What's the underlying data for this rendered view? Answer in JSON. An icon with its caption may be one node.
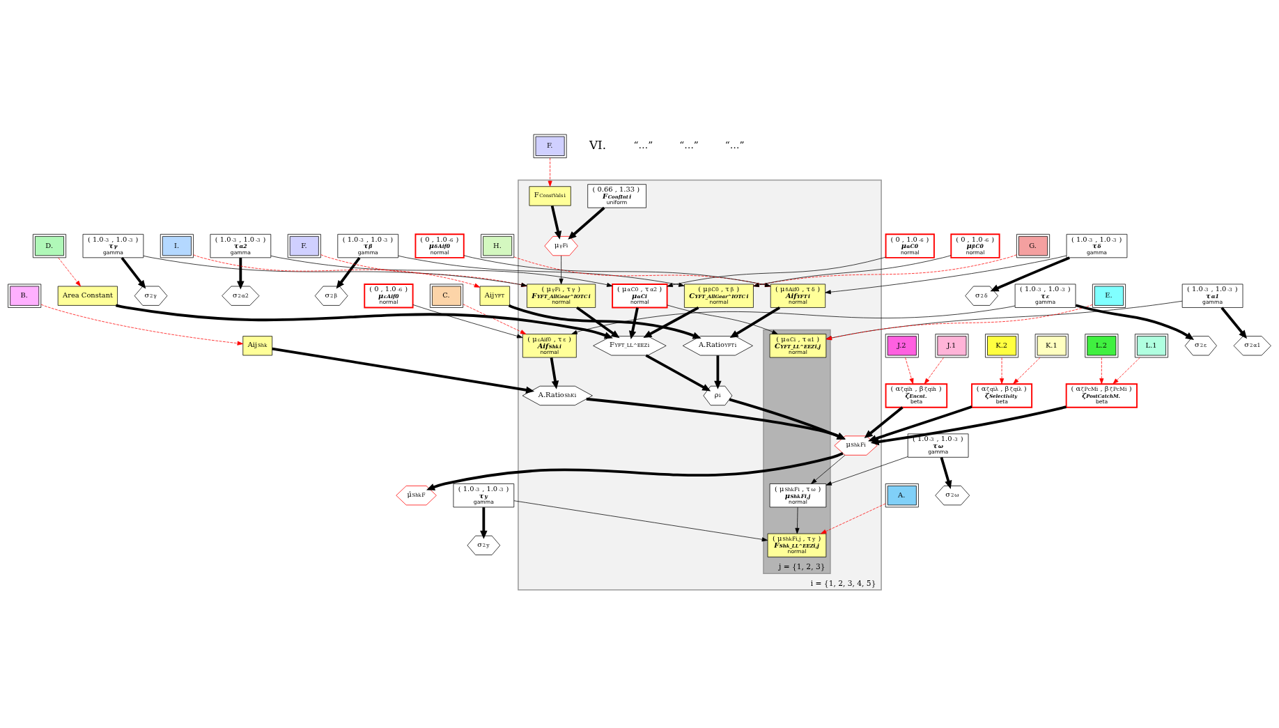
{
  "diagram": {
    "nodes": [
      {
        "text": [
          "i = {1, 2, 3, 4, 5}"
        ]
      },
      {
        "text": [
          "j = {1, 2, 3}"
        ],
        "in": 0
      },
      {
        "text": [
          "σ$^{2}$$_{α1}$"
        ]
      },
      {
        "text": [
          "σ$^{2}$$_{y}$"
        ]
      },
      {
        "text": [
          "σ$^{2}$$_{ω}$"
        ]
      },
      {
        "text": [
          "μ̂$^{Shk}$$_{F}$"
        ]
      },
      {
        "text": [
          "J.1"
        ]
      },
      {
        "text": [
          "J.2"
        ]
      },
      {
        "text": [
          "K.1"
        ]
      },
      {
        "text": [
          "K.2"
        ]
      },
      {
        "text": [
          "L.1"
        ]
      },
      {
        "text": [
          "L.2"
        ]
      },
      {
        "text": [
          "( 1.0$^{-3}$ , 1.0$^{-3}$ )",
          "τ$_{α1}$",
          "gamma"
        ]
      },
      {
        "text": [
          "( 1.0$^{-3}$ , 1.0$^{-3}$ )",
          "τ$_{y}$",
          "gamma"
        ]
      },
      {
        "text": [
          "( 1.0$^{-3}$ , 1.0$^{-3}$ )",
          "τ$_{ω}$",
          "gamma"
        ]
      },
      {
        "text": [
          "( α$^{ζ}$$_{qih}$ , β$^{ζ}$$_{qih}$ )",
          "ζ$^{Encnt.}$",
          "beta"
        ]
      },
      {
        "text": [
          "( α$^{ζ}$$_{qiλ}$ , β$^{ζ}$$_{qiλ}$ )",
          "ζ$^{Selectivity}$",
          "beta"
        ]
      },
      {
        "text": [
          "( α$^{ζ}$$_{PcMi}$ , β$^{ζ}$$_{PcMi}$ )",
          "ζ$^{PostCatchM.}$",
          "beta"
        ]
      },
      {
        "text": [
          "( 1.0$^{-3}$ , 1.0$^{-3}$ )",
          "τ$_{α2}$",
          "gamma"
        ]
      },
      {
        "text": [
          "σ$^{2}$$_{α2}$"
        ]
      },
      {
        "text": [
          "E."
        ]
      },
      {
        "text": [
          "( μ$^{α}$$_{Ci}$ , τ$_{α1}$ )",
          "C$^{YFT_LL^EEZ}$$_{i,j}$",
          "normal"
        ],
        "in": 1
      },
      {
        "text": [
          "( μ$^{Shk}$$_{Fi,j}$ , τ$_{y}$ )",
          "F$^{Shk_LL^EEZ}$$_{i,j}$",
          "normal"
        ],
        "in": 1
      },
      {
        "text": [
          "( μ$^{Shk}$$_{Fi}$ , τ$_{ω}$ )",
          "μ$^{Shk}$$_{Fi,j}$",
          "normal"
        ],
        "in": 1
      },
      {
        "text": [
          "A."
        ]
      },
      {
        "text": [
          "( 0 , 1.0$^{-6}$ )",
          "μ$^{ε}$$_{Aif0}$",
          "normal"
        ]
      },
      {
        "text": [
          "( 0 , 1.0$^{-6}$ )",
          "μ$^{α}$$_{C0}$",
          "normal"
        ]
      },
      {
        "text": [
          "( μ$^{α}$$_{C0}$ , τ$_{α2}$ )",
          "μ$^{α}$$_{Ci}$",
          "normal"
        ],
        "in": 0
      },
      {
        "text": [
          "F$^{YFT_LL^EEZ}$$_{i}$"
        ],
        "in": 0
      },
      {
        "text": [
          "ρ$_{i}$"
        ],
        "in": 0
      },
      {
        "text": [
          "μ$^{Shk}$$_{Fi}$"
        ],
        "in": 0
      },
      {
        "text": [
          "A.Ratio$^{ShK}$$_{i}$"
        ],
        "in": 0
      },
      {
        "text": [
          "( μ$^{ε}$$_{Aif0}$ , τ$_{ε}$ )",
          "Aif$^{Shk}$$_{i}$",
          "normal"
        ],
        "in": 0
      },
      {
        "text": [
          "σ$^{2}$$_{β}$"
        ]
      },
      {
        "text": [
          "( 1.0$^{-3}$ , 1.0$^{-3}$ )",
          "τ$_{β}$",
          "gamma"
        ]
      },
      {
        "text": [
          "( μ$^{β}$$_{C0}$ , τ$_{β}$ )",
          "C$^{YFT_AllGear^IOTC}$$_{i}$",
          "normal"
        ],
        "in": 0
      },
      {
        "text": [
          "G."
        ]
      },
      {
        "text": [
          "( μ$^{γ}$$_{Fi}$ , τ$_{γ}$ )",
          "F$^{YFT_AllGear^IOTC}$$_{i}$",
          "normal"
        ],
        "in": 0
      },
      {
        "text": [
          "( 0.66 , 1.33 )",
          "F$^{ConfInt}$$_{i}$",
          "uniform"
        ],
        "in": 0
      },
      {
        "text": [
          "A.Ratio$^{YFT}$$_{i}$"
        ],
        "in": 0
      },
      {
        "text": [
          "C."
        ]
      },
      {
        "text": [
          "( 1.0$^{-3}$ , 1.0$^{-3}$ )",
          "τ$_{ε}$",
          "gamma"
        ]
      },
      {
        "text": [
          "σ$^{2}$$_{ε}$"
        ]
      },
      {
        "text": [
          "( 0 , 1.0$^{-6}$ )",
          "μ$^{β}$$_{C0}$",
          "normal"
        ]
      },
      {
        "text": [
          "F."
        ]
      },
      {
        "text": [
          "μ$^{γ}$$_{Fi}$"
        ],
        "in": 0
      },
      {
        "text": [
          "F$^{ConstVals}$$_{i}$"
        ],
        "in": 0
      },
      {
        "text": [
          "( μ$^{δ}$$_{Aif0}$ , τ$_{δ}$ )",
          "Aif$^{YFT}$$_{i}$",
          "normal"
        ],
        "in": 0
      },
      {
        "text": [
          "H."
        ]
      },
      {
        "text": [
          "Aij$^{Shk}$"
        ]
      },
      {
        "text": [
          "Area Constant"
        ]
      },
      {
        "text": [
          "( 1.0$^{-3}$ , 1.0$^{-3}$ )",
          "τ$_{γ}$",
          "gamma"
        ]
      },
      {
        "text": [
          "σ$^{2}$$_{γ}$"
        ]
      },
      {
        "text": [
          "F."
        ]
      },
      {
        "text": [
          "σ$^{2}$$_{δ}$"
        ]
      },
      {
        "text": [
          "( 1.0$^{-3}$ , 1.0$^{-3}$ )",
          "τ$_{δ}$",
          "gamma"
        ]
      },
      {
        "text": [
          "( 0 , 1.0$^{-6}$ )",
          "μ$^{δ}$$_{Aif0}$",
          "normal"
        ]
      },
      {
        "text": [
          "Aij$^{YFT}$"
        ]
      },
      {
        "text": [
          "B."
        ]
      },
      {
        "text": [
          "D."
        ]
      },
      {
        "text": [
          "I."
        ]
      }
    ],
    "edges": [
      {
        "from": 12,
        "to": 2,
        "arrow": "to",
        "style": "thick"
      },
      {
        "from": 13,
        "to": 3,
        "arrow": "to",
        "style": "thick"
      },
      {
        "from": 14,
        "to": 4,
        "arrow": "to",
        "style": "thick"
      },
      {
        "from": 18,
        "to": 19,
        "arrow": "to",
        "style": "thick"
      },
      {
        "from": 34,
        "to": 33,
        "arrow": "to",
        "style": "thick"
      },
      {
        "from": 41,
        "to": 42,
        "arrow": "to",
        "style": "thick"
      },
      {
        "from": 51,
        "to": 52,
        "arrow": "to",
        "style": "thick"
      },
      {
        "from": 55,
        "to": 54,
        "arrow": "to",
        "style": "thick"
      },
      {
        "from": 30,
        "to": 5,
        "arrow": "to",
        "style": "thick"
      },
      {
        "from": 12,
        "to": 21,
        "arrow": "to"
      },
      {
        "from": 13,
        "to": 22,
        "arrow": "to"
      },
      {
        "from": 14,
        "to": 23,
        "arrow": "to"
      },
      {
        "from": 23,
        "to": 22,
        "arrow": "to"
      },
      {
        "from": 27,
        "to": 21,
        "arrow": "to"
      },
      {
        "from": 18,
        "to": 27,
        "arrow": "to"
      },
      {
        "from": 26,
        "to": 27,
        "arrow": "to"
      },
      {
        "from": 27,
        "to": 28,
        "arrow": "to",
        "style": "thick"
      },
      {
        "from": 28,
        "to": 29,
        "arrow": "to",
        "style": "thick"
      },
      {
        "from": 29,
        "to": 30,
        "arrow": "to",
        "style": "thick"
      },
      {
        "from": 31,
        "to": 30,
        "arrow": "to",
        "style": "thick"
      },
      {
        "from": 32,
        "to": 31,
        "arrow": "to",
        "style": "thick"
      },
      {
        "from": 30,
        "to": 23,
        "arrow": "to"
      },
      {
        "from": 15,
        "to": 30,
        "arrow": "to",
        "style": "thick"
      },
      {
        "from": 16,
        "to": 30,
        "arrow": "to",
        "style": "thick"
      },
      {
        "from": 17,
        "to": 30,
        "arrow": "to",
        "style": "thick"
      },
      {
        "from": 25,
        "to": 32,
        "arrow": "to"
      },
      {
        "from": 41,
        "to": 32,
        "arrow": "to"
      },
      {
        "from": 34,
        "to": 35,
        "arrow": "to"
      },
      {
        "from": 43,
        "to": 35,
        "arrow": "to"
      },
      {
        "from": 35,
        "to": 28,
        "arrow": "to",
        "style": "thick"
      },
      {
        "from": 37,
        "to": 28,
        "arrow": "to",
        "style": "thick"
      },
      {
        "from": 50,
        "to": 28,
        "arrow": "to",
        "style": "thick"
      },
      {
        "from": 51,
        "to": 37,
        "arrow": "to"
      },
      {
        "from": 45,
        "to": 37,
        "arrow": "to"
      },
      {
        "from": 38,
        "to": 45,
        "arrow": "to",
        "style": "thick"
      },
      {
        "from": 46,
        "to": 45,
        "arrow": "to",
        "style": "thick"
      },
      {
        "from": 47,
        "to": 39,
        "arrow": "to",
        "style": "thick"
      },
      {
        "from": 39,
        "to": 29,
        "arrow": "to",
        "style": "thick"
      },
      {
        "from": 57,
        "to": 39,
        "arrow": "to",
        "style": "thick"
      },
      {
        "from": 49,
        "to": 31,
        "arrow": "to",
        "style": "thick"
      },
      {
        "from": 55,
        "to": 47,
        "arrow": "to"
      },
      {
        "from": 56,
        "to": 47,
        "arrow": "to"
      },
      {
        "from": 20,
        "to": 21,
        "arrow": "to",
        "style": "dashed",
        "color": "#ff0000"
      },
      {
        "from": 24,
        "to": 22,
        "arrow": "to",
        "style": "dashed",
        "color": "#ff0000"
      },
      {
        "from": 40,
        "to": 32,
        "arrow": "to",
        "style": "dashed",
        "color": "#ff0000"
      },
      {
        "from": 36,
        "to": 35,
        "arrow": "to",
        "style": "dashed",
        "color": "#ff0000"
      },
      {
        "from": 44,
        "to": 37,
        "arrow": "to",
        "style": "dashed",
        "color": "#ff0000"
      },
      {
        "from": 48,
        "to": 47,
        "arrow": "to",
        "style": "dashed",
        "color": "#ff0000"
      },
      {
        "from": 53,
        "to": 46,
        "arrow": "to",
        "style": "dashed",
        "color": "#ff0000"
      },
      {
        "from": 59,
        "to": 50,
        "arrow": "to",
        "style": "dashed",
        "color": "#ff0000"
      },
      {
        "from": 60,
        "to": 57,
        "arrow": "to",
        "style": "dashed",
        "color": "#ff0000"
      },
      {
        "from": 58,
        "to": 49,
        "arrow": "to",
        "style": "dashed",
        "color": "#ff0000"
      },
      {
        "from": 6,
        "to": 15,
        "arrow": "to",
        "style": "dashed",
        "color": "#ff0000"
      },
      {
        "from": 7,
        "to": 15,
        "arrow": "to",
        "style": "dashed",
        "color": "#ff0000"
      },
      {
        "from": 8,
        "to": 16,
        "arrow": "to",
        "style": "dashed",
        "color": "#ff0000"
      },
      {
        "from": 9,
        "to": 16,
        "arrow": "to",
        "style": "dashed",
        "color": "#ff0000"
      },
      {
        "from": 10,
        "to": 17,
        "arrow": "to",
        "style": "dashed",
        "color": "#ff0000"
      },
      {
        "from": 11,
        "to": 17,
        "arrow": "to",
        "style": "dashed",
        "color": "#ff0000"
      }
    ],
    "labels": [
      "VI.",
      "“…”",
      "“…”",
      "“…”"
    ]
  }
}
